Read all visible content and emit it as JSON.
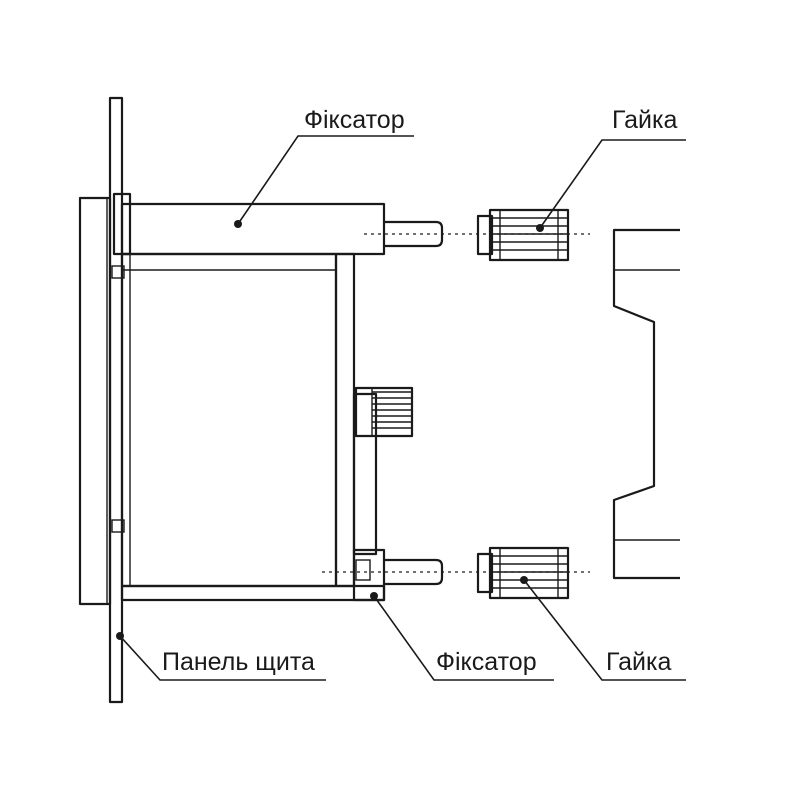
{
  "labels": {
    "retainer_top": "Фіксатор",
    "nut_top": "Гайка",
    "panel": "Панель щита",
    "retainer_bottom": "Фіксатор",
    "nut_bottom": "Гайка"
  }
}
